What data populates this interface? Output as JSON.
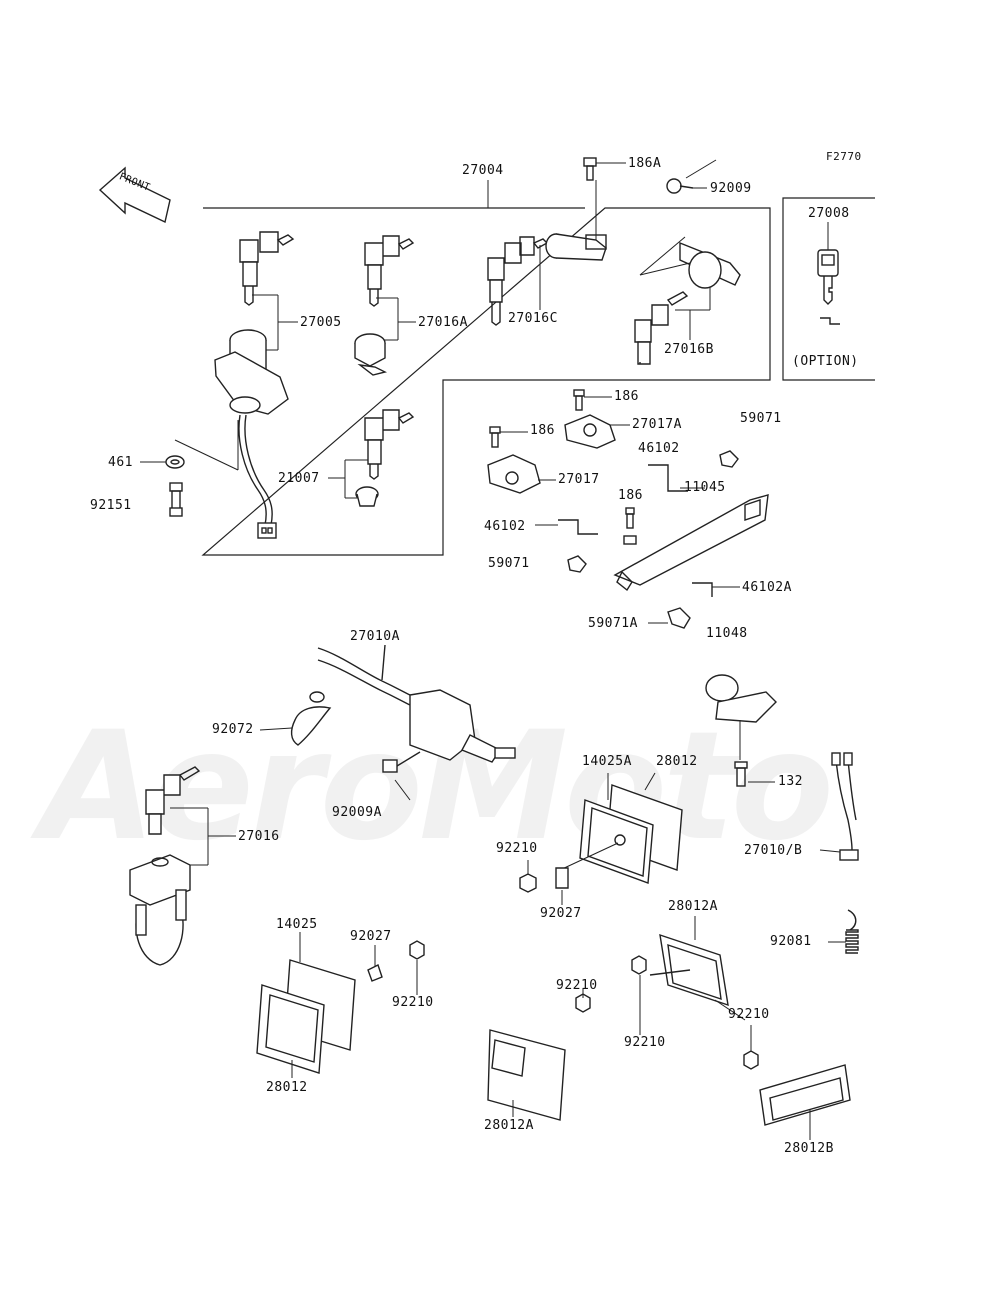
{
  "diagram": {
    "code": "F2770",
    "front_label": "FRONT",
    "option_label": "(OPTION)",
    "watermark": "AeroMoto",
    "callouts": {
      "p27004": "27004",
      "p186A": "186A",
      "p92009": "92009",
      "p27008": "27008",
      "p27005": "27005",
      "p27016A": "27016A",
      "p27016C": "27016C",
      "p27016B": "27016B",
      "p186a": "186",
      "p186b": "186",
      "p27017A": "27017A",
      "p59071a": "59071",
      "p46102a": "46102",
      "p11045": "11045",
      "p27017": "27017",
      "p186c": "186",
      "p461": "461",
      "p92151": "92151",
      "p21007": "21007",
      "p46102b": "46102",
      "p59071b": "59071",
      "p46102A": "46102A",
      "p59071A": "59071A",
      "p11048": "11048",
      "p27010A": "27010A",
      "p92072": "92072",
      "p92009A": "92009A",
      "p27016": "27016",
      "p14025A": "14025A",
      "p28012a": "28012",
      "p132": "132",
      "p92210a": "92210",
      "p92027a": "92027",
      "p27010B": "27010/B",
      "p28012A_top": "28012A",
      "p14025": "14025",
      "p92027b": "92027",
      "p92081": "92081",
      "p92210b": "92210",
      "p92210c": "92210",
      "p92210d": "92210",
      "p92210e": "92210",
      "p28012b": "28012",
      "p28012A_bottom": "28012A",
      "p28012B": "28012B"
    }
  }
}
